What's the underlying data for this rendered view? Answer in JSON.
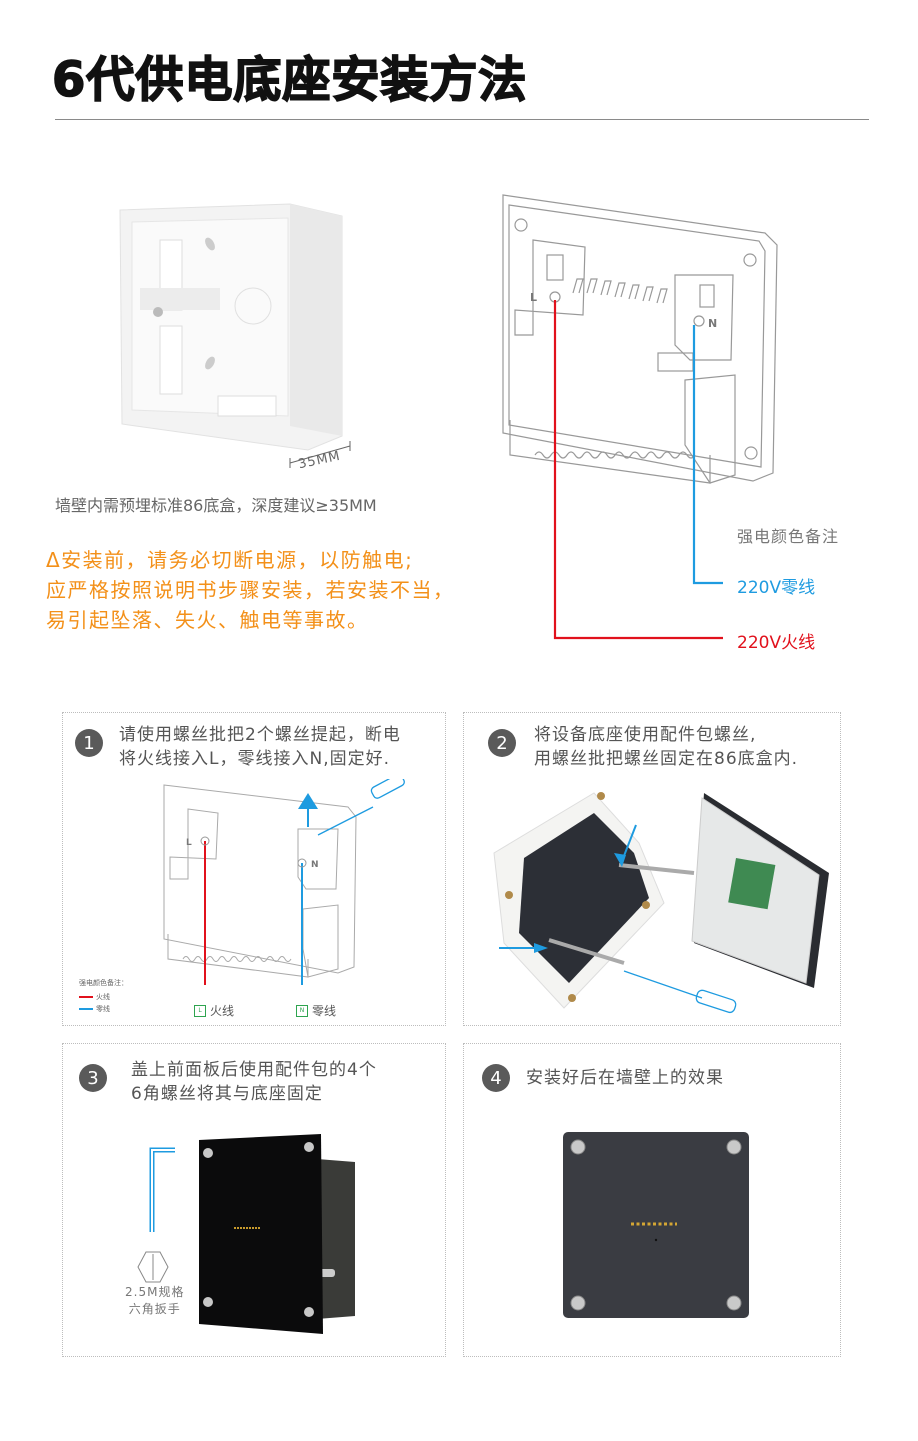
{
  "header": {
    "title": "6代供电底座安装方法"
  },
  "intro": {
    "box_dimension_label": "35MM",
    "box_caption": "墙壁内需预埋标准86底盒，深度建议≥35MM",
    "warning_lines": [
      "Δ安装前，请务必切断电源，以防触电;",
      "应严格按照说明书步骤安装，若安装不当，",
      "易引起坠落、失火、触电等事故。"
    ],
    "wiring_diagram": {
      "terminal_l": "L",
      "terminal_n": "N",
      "legend_title": "强电颜色备注",
      "neutral_label": "220V零线",
      "live_label": "220V火线"
    }
  },
  "colors": {
    "live": "#e1111c",
    "neutral": "#1e9be0",
    "warning": "#f39019",
    "title": "#111111"
  },
  "steps": [
    {
      "number": "1",
      "lines": [
        "请使用螺丝批把2个螺丝提起，断电",
        "将火线接入L，零线接入N,固定好."
      ],
      "legend_title": "强电颜色备注：",
      "legend_live": "火线",
      "legend_neutral": "零线",
      "tag_l": "L",
      "tag_n": "N",
      "tag_l_label": "火线",
      "tag_n_label": "零线"
    },
    {
      "number": "2",
      "lines": [
        "将设备底座使用配件包螺丝,",
        "用螺丝批把螺丝固定在86底盒内."
      ]
    },
    {
      "number": "3",
      "lines": [
        "盖上前面板后使用配件包的4个",
        "6角螺丝将其与底座固定"
      ],
      "wrench_lines": [
        "2.5M规格",
        "六角扳手"
      ]
    },
    {
      "number": "4",
      "lines": [
        "安装好后在墙壁上的效果"
      ]
    }
  ]
}
